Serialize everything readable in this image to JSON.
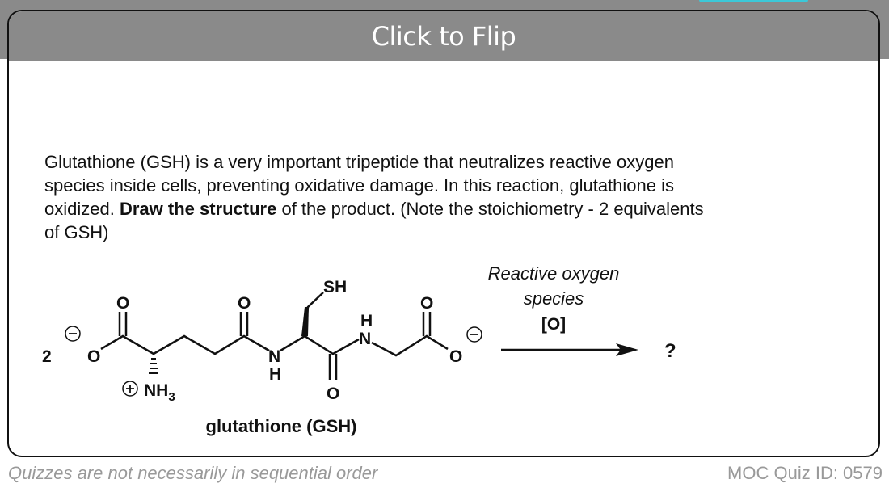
{
  "card": {
    "flip_label": "Click to Flip",
    "question_part1": "Glutathione (GSH) is a very important tripeptide that neutralizes reactive oxygen species inside cells, preventing oxidative damage. In this reaction, glutathione is oxidized. ",
    "question_bold": "Draw the structure",
    "question_part2": " of the product. (Note the stoichiometry - 2 equivalents of GSH)",
    "scheme": {
      "coefficient": "2",
      "molecule_name": "glutathione (GSH)",
      "reagent_line1": "Reactive oxygen",
      "reagent_line2": "species",
      "reagent_line3": "[O]",
      "product": "?",
      "atoms": {
        "O": "O",
        "N": "N",
        "H": "H",
        "SH": "SH",
        "NH3": "NH",
        "sub3": "3"
      }
    }
  },
  "footer": {
    "note": "Quizzes are not necessarily in sequential order",
    "quiz_id": "MOC Quiz ID: 0579"
  }
}
